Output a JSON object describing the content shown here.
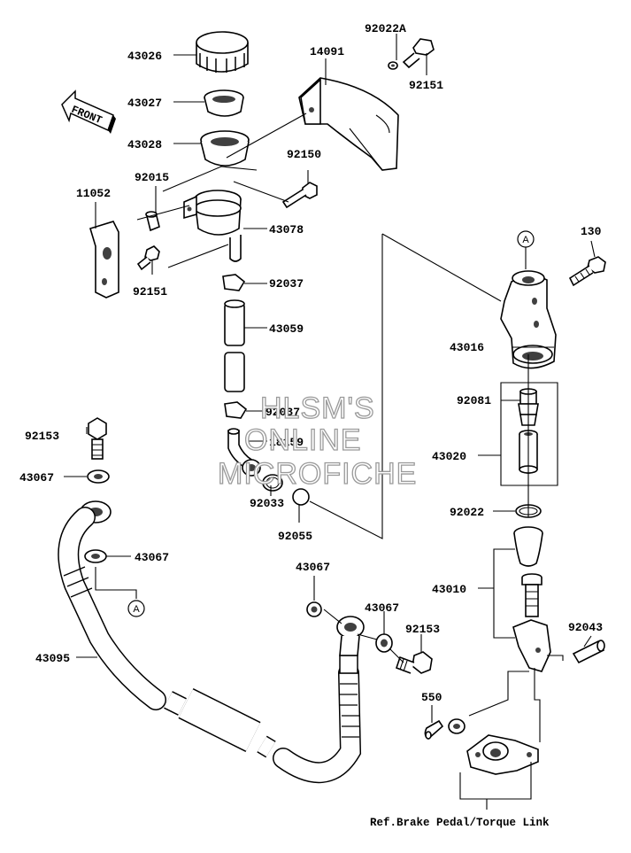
{
  "diagram": {
    "front_label": "FRONT",
    "ref_ref_letter": "A",
    "footer_ref": "Ref.Brake Pedal/Torque Link",
    "watermark": [
      "HLSM'S",
      "ONLINE",
      "MICROFICHE"
    ],
    "part_labels": {
      "p43026": "43026",
      "p43027": "43027",
      "p43028": "43028",
      "p14091": "14091",
      "p92022A": "92022A",
      "p92151_top": "92151",
      "p92150": "92150",
      "p11052": "11052",
      "p92015": "92015",
      "p43078": "43078",
      "p92151_left": "92151",
      "p130": "130",
      "p92037_a": "92037",
      "p43059": "43059",
      "p43016": "43016",
      "p92081": "92081",
      "p92037_b": "92037",
      "p18159": "18159",
      "p43020": "43020",
      "p92153_left": "92153",
      "p43067_a": "43067",
      "p92033": "92033",
      "p92055": "92055",
      "p92022": "92022",
      "p43067_b": "43067",
      "p43067_c": "43067",
      "p43067_d": "43067",
      "p43010": "43010",
      "p92043": "92043",
      "p43095": "43095",
      "p92153_right": "92153",
      "p550": "550"
    }
  }
}
